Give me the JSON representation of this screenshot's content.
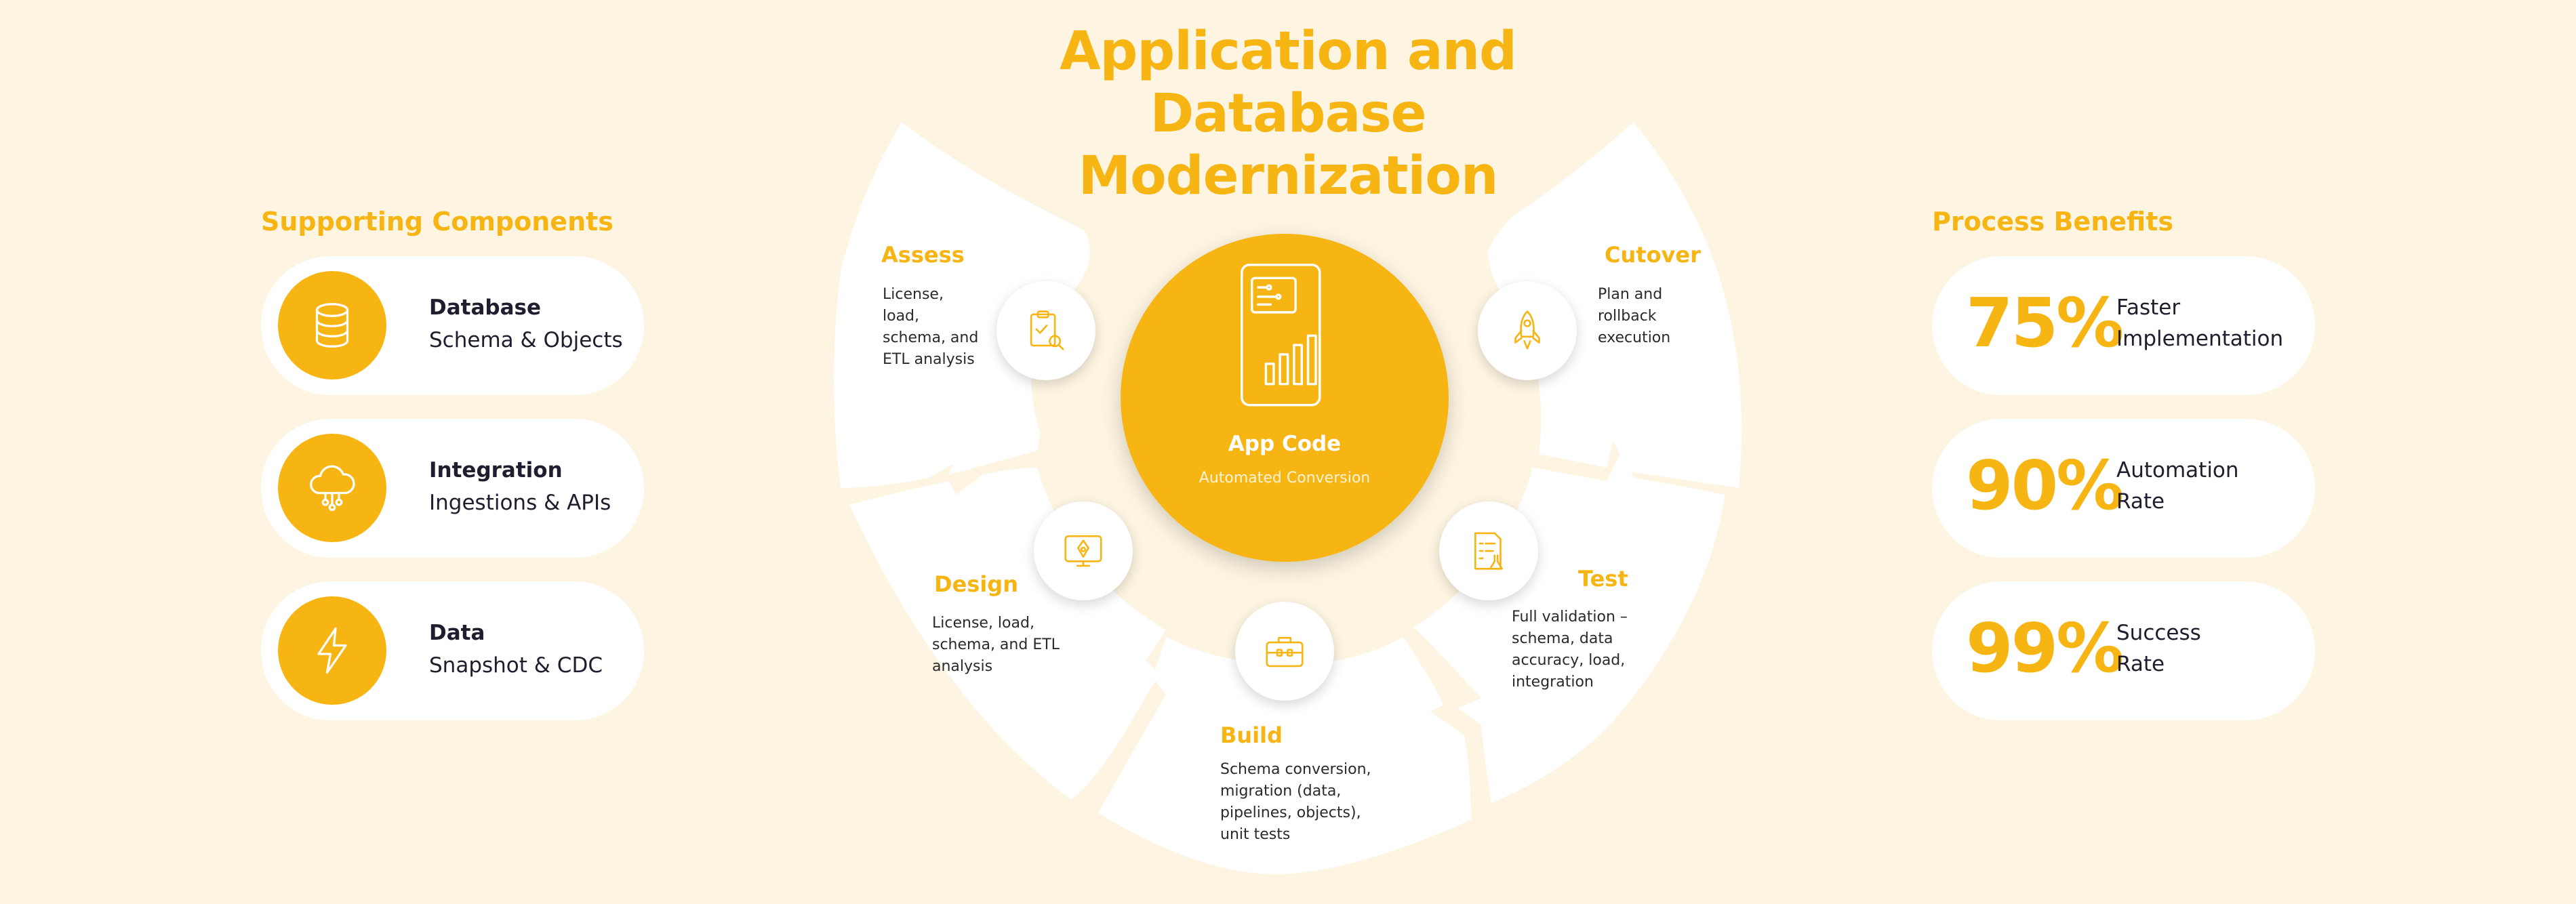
{
  "title_lines": [
    "Application and",
    "Database",
    "Modernization"
  ],
  "colors": {
    "accent": "#f7b514",
    "background": "#fdf4e1",
    "card": "#ffffff",
    "text": "#1e1e2e"
  },
  "supporting": {
    "heading": "Supporting Components",
    "items": [
      {
        "icon": "database-icon",
        "title": "Database",
        "subtitle": "Schema & Objects"
      },
      {
        "icon": "cloud-network-icon",
        "title": "Integration",
        "subtitle": "Ingestions & APIs"
      },
      {
        "icon": "lightning-icon",
        "title": "Data",
        "subtitle": "Snapshot & CDC"
      }
    ]
  },
  "benefits": {
    "heading": "Process Benefits",
    "items": [
      {
        "value": "75%",
        "line1": "Faster",
        "line2": "Implementation"
      },
      {
        "value": "90%",
        "line1": "Automation",
        "line2": "Rate"
      },
      {
        "value": "99%",
        "line1": "Success",
        "line2": "Rate"
      }
    ]
  },
  "center": {
    "icon": "app-code-icon",
    "title": "App Code",
    "subtitle": "Automated Conversion"
  },
  "stages": [
    {
      "key": "assess",
      "icon": "clipboard-search-icon",
      "title": "Assess",
      "description": "License,\nload,\nschema, and\nETL analysis"
    },
    {
      "key": "design",
      "icon": "pen-design-icon",
      "title": "Design",
      "description": "License, load,\nschema, and ETL\nanalysis"
    },
    {
      "key": "build",
      "icon": "toolbox-icon",
      "title": "Build",
      "description": "Schema conversion,\nmigration (data,\npipelines, objects),\nunit tests"
    },
    {
      "key": "test",
      "icon": "test-checklist-icon",
      "title": "Test",
      "description": "Full validation –\nschema, data\naccuracy, load,\nintegration"
    },
    {
      "key": "cutover",
      "icon": "rocket-icon",
      "title": "Cutover",
      "description": "Plan and\nrollback\nexecution"
    }
  ]
}
